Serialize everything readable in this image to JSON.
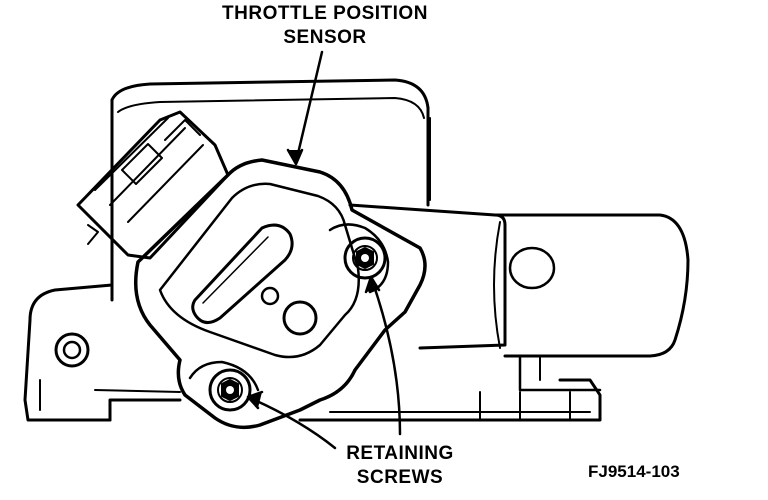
{
  "labels": {
    "tps_line1": "THROTTLE POSITION",
    "tps_line2": "SENSOR",
    "screws_line1": "RETAINING",
    "screws_line2": "SCREWS"
  },
  "figure_id": "FJ9514-103",
  "colors": {
    "line": "#000000",
    "background": "#ffffff"
  }
}
